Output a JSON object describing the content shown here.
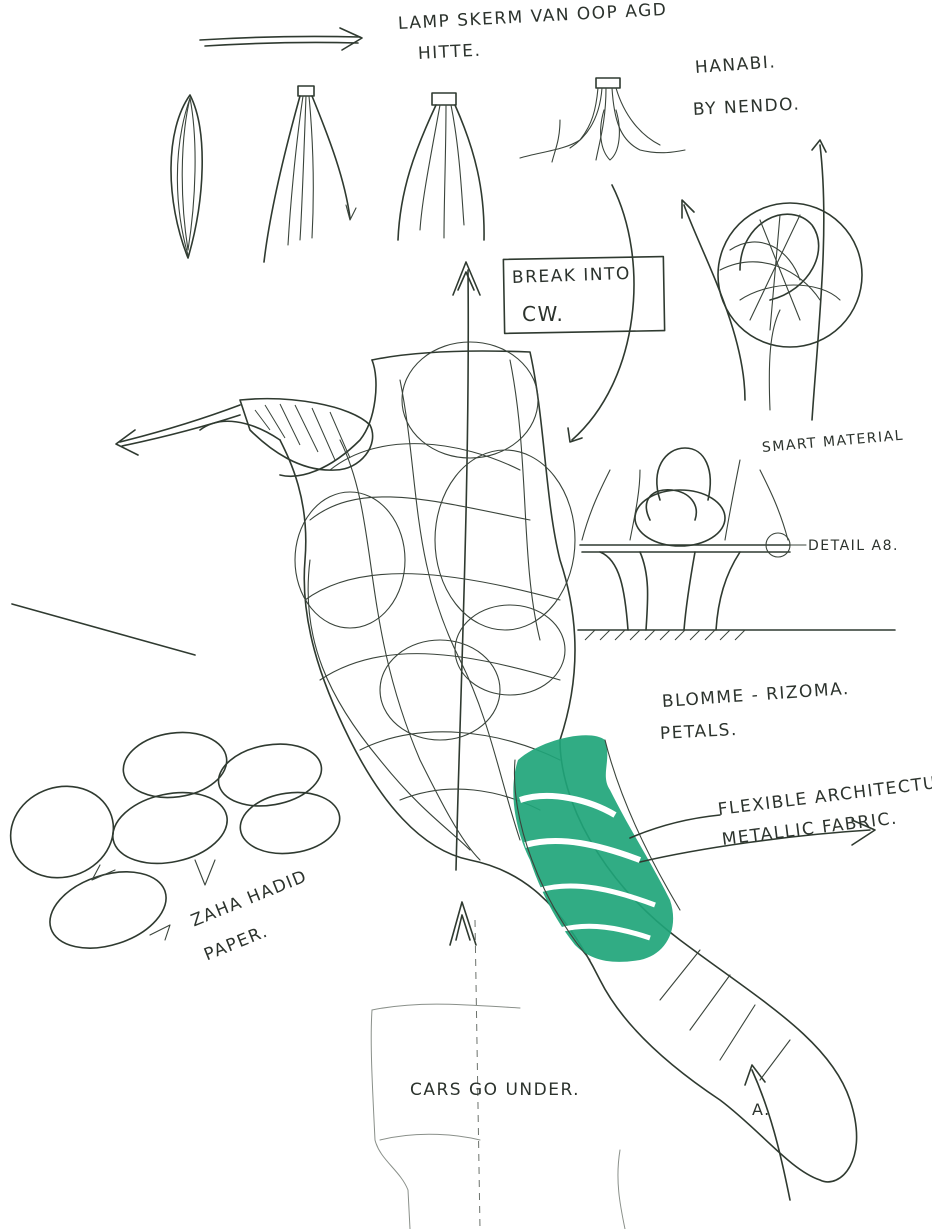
{
  "notes": {
    "lamp_title": "LAMP SKERM VAN OOP AGD",
    "lamp_title_line2": "HITTE.",
    "hanabi": "HANABI.",
    "by_nendo": "BY NENDO.",
    "break_into": "BREAK INTO",
    "cw": "CW.",
    "smart_material": "SMART MATERIAL",
    "detail": "DETAIL A8.",
    "blomme": "BLOMME - RIZOMA.",
    "petals": "PETALS.",
    "flexible": "FLEXIBLE ARCHITECTURE",
    "metallic": "METALLIC FABRIC.",
    "zaha": "ZAHA HADID",
    "paper": "PAPER.",
    "cars": "CARS GO UNDER.",
    "marker_a": "A."
  },
  "colors": {
    "ink": "#2f3a30",
    "marker_green": "#1fa57a",
    "paper": "#ffffff"
  }
}
